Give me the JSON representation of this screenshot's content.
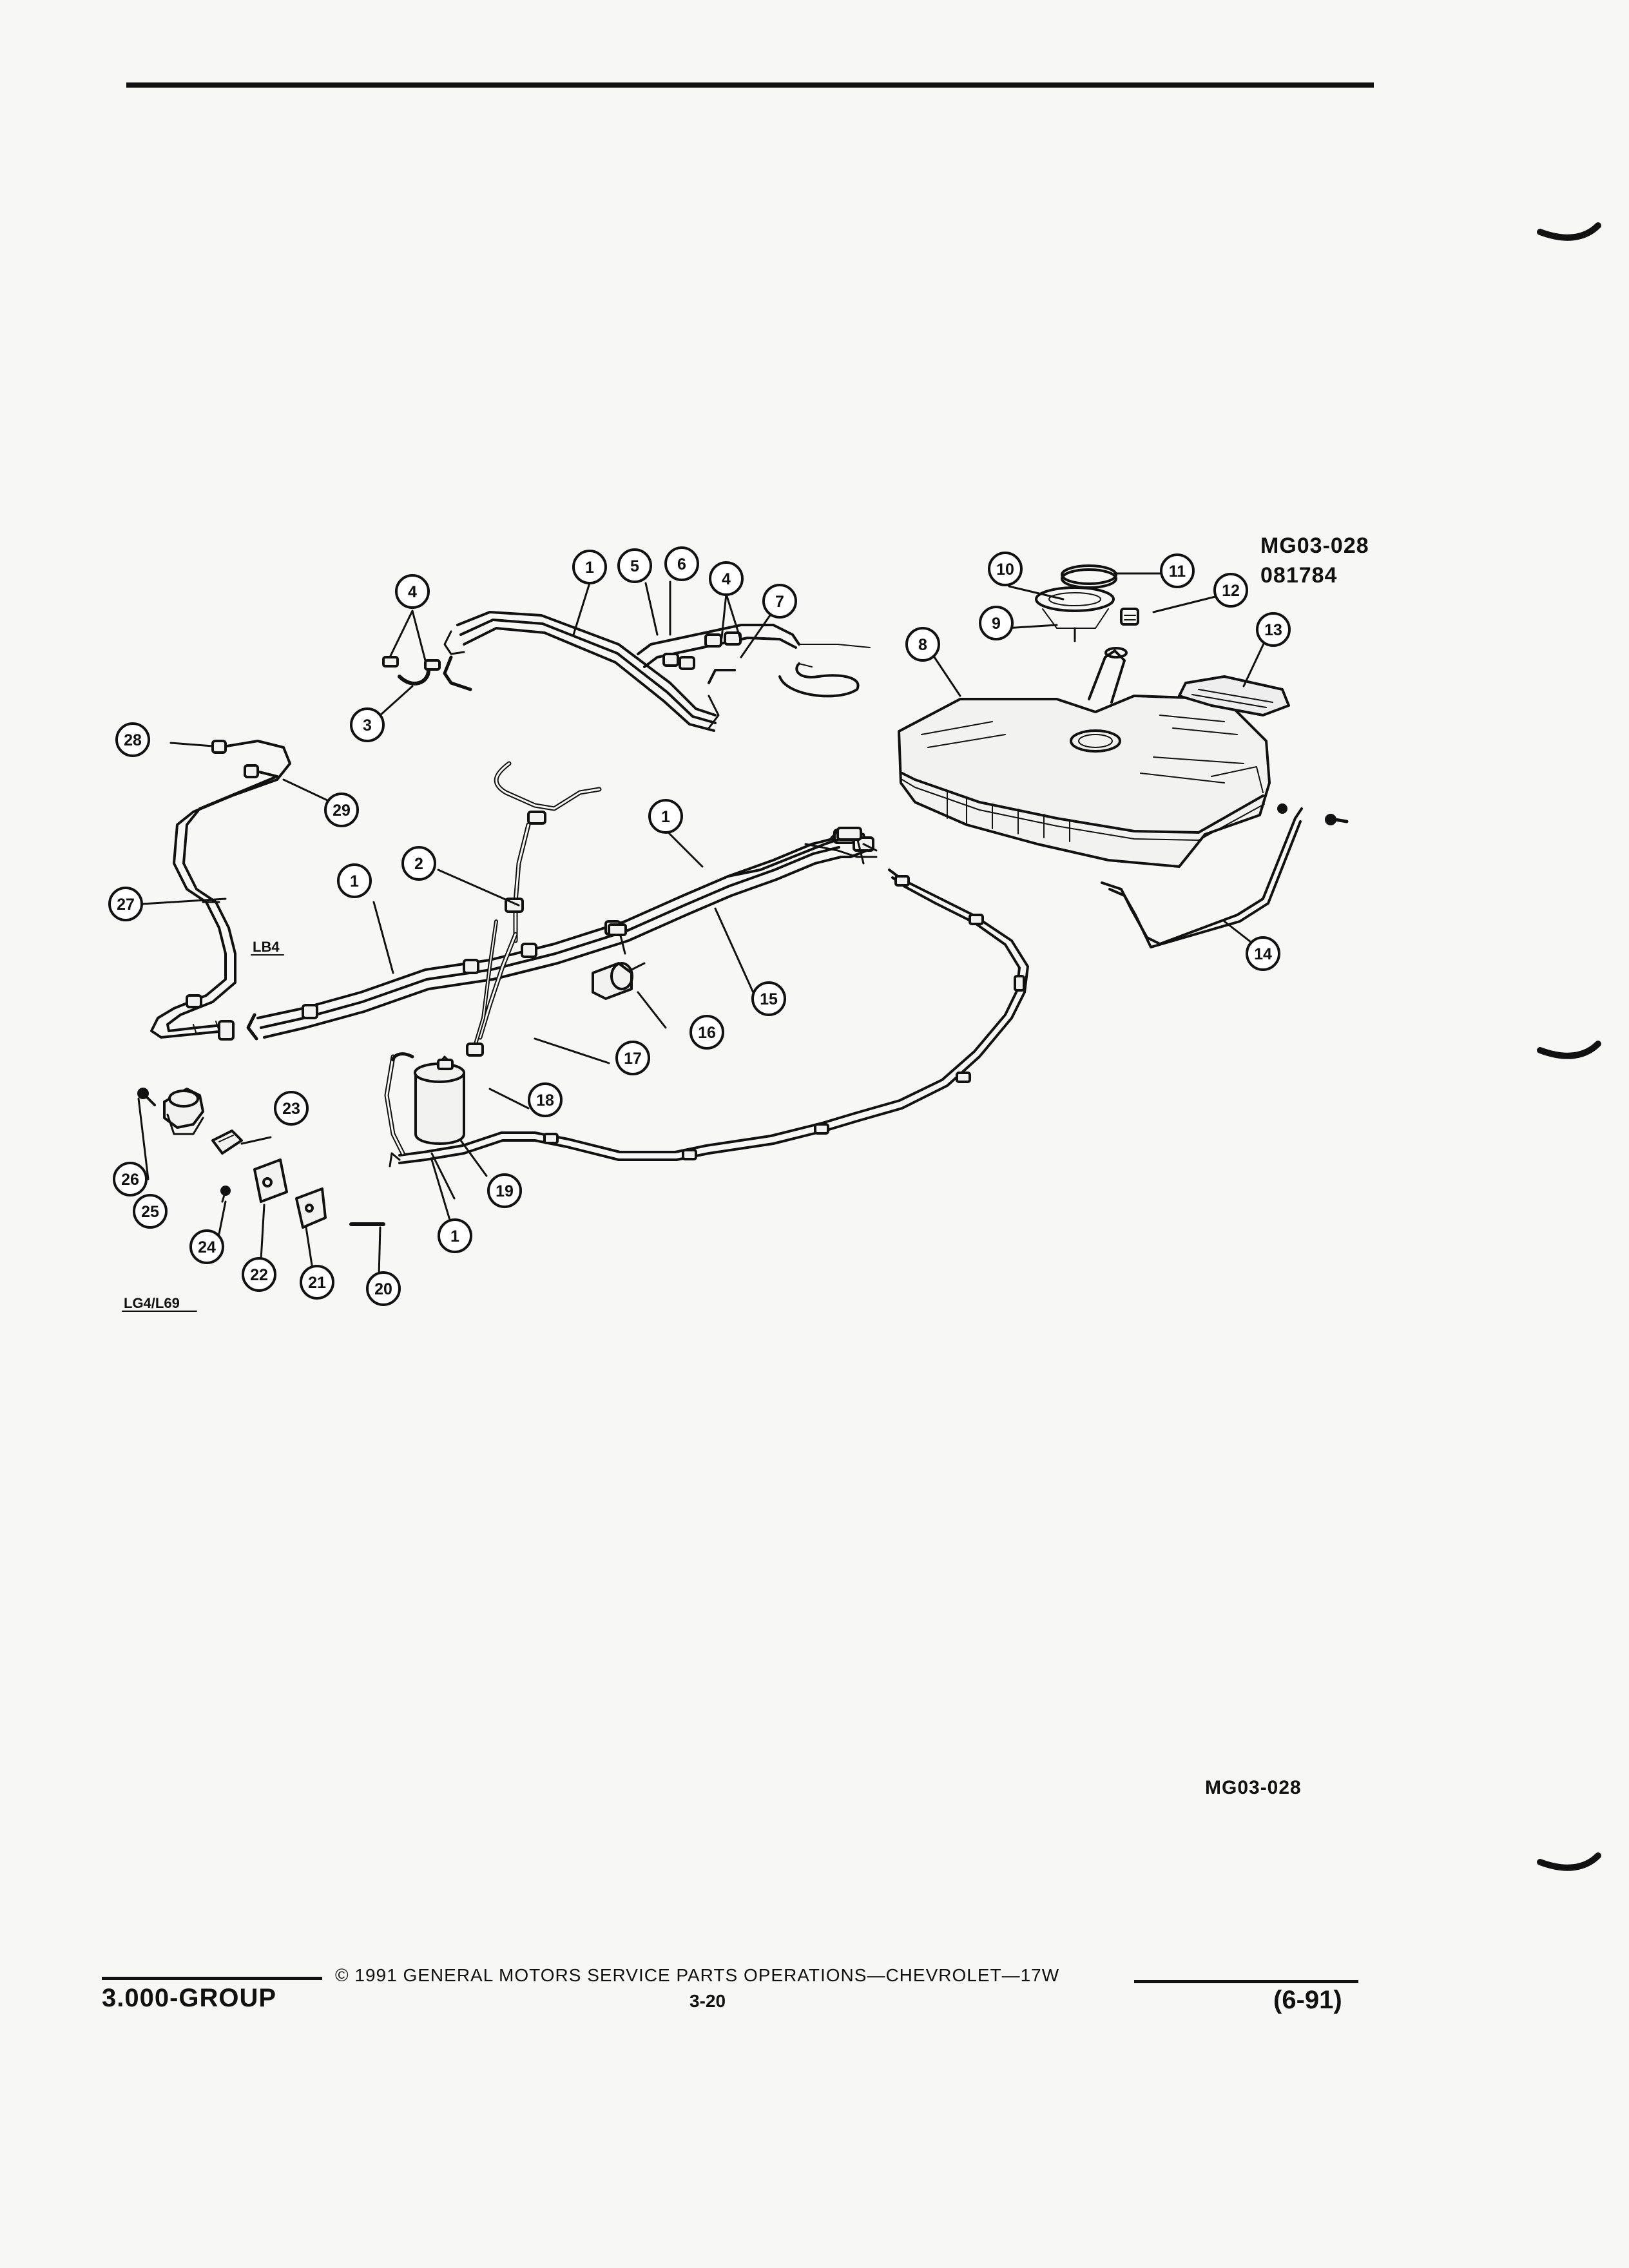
{
  "figure": {
    "id_top": "MG03-028",
    "code": "081784",
    "id_bottom": "MG03-028"
  },
  "engine_labels": [
    "LB4",
    "LG4/L69"
  ],
  "callouts": [
    "1",
    "1",
    "1",
    "1",
    "2",
    "3",
    "4",
    "4",
    "5",
    "6",
    "7",
    "8",
    "9",
    "10",
    "11",
    "12",
    "13",
    "14",
    "15",
    "16",
    "17",
    "18",
    "19",
    "20",
    "21",
    "22",
    "23",
    "24",
    "25",
    "26",
    "27",
    "28",
    "29"
  ],
  "footer": {
    "group": "3.000-GROUP",
    "copyright": "© 1991 GENERAL MOTORS SERVICE PARTS OPERATIONS—CHEVROLET—17W",
    "page": "3-20",
    "date": "(6-91)"
  }
}
